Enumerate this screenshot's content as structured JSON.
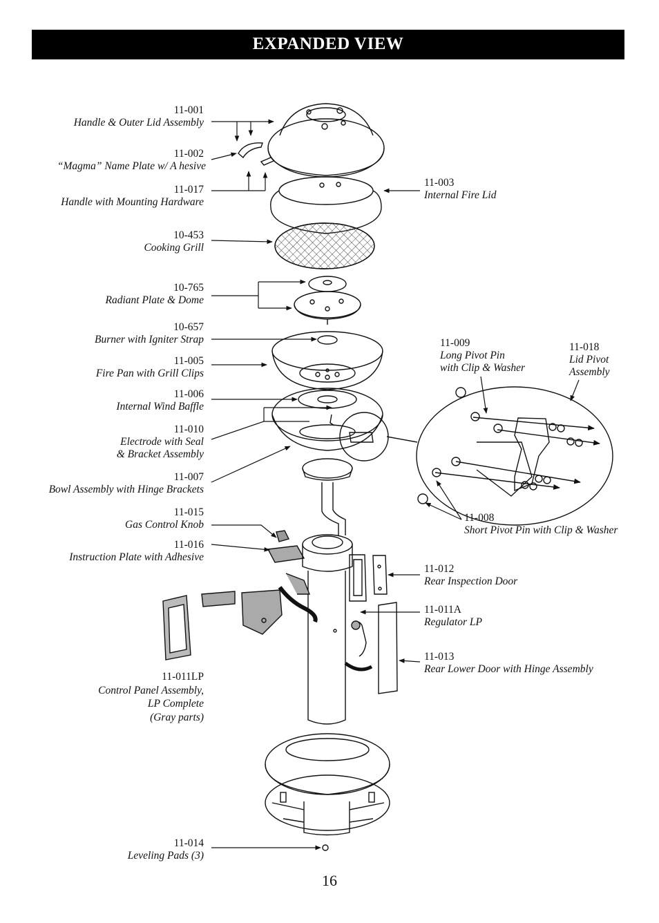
{
  "header": {
    "title": "EXPANDED VIEW"
  },
  "parts": {
    "p11001": {
      "code": "11-001",
      "name": "Handle & Outer Lid Assembly"
    },
    "p11002": {
      "code": "11-002",
      "name": "“Magma” Name Plate w/ A  hesive"
    },
    "p11017": {
      "code": "11-017",
      "name": "Handle with Mounting Hardware"
    },
    "p10453": {
      "code": "10-453",
      "name": "Cooking Grill"
    },
    "p10765": {
      "code": "10-765",
      "name": "Radiant Plate & Dome"
    },
    "p10657": {
      "code": "10-657",
      "name": "Burner with Igniter Strap"
    },
    "p11005": {
      "code": "11-005",
      "name": "Fire Pan with Grill Clips"
    },
    "p11006": {
      "code": "11-006",
      "name": "Internal Wind Baffle"
    },
    "p11010": {
      "code": "11-010",
      "name1": "Electrode with Seal",
      "name2": "& Bracket Assembly"
    },
    "p11007": {
      "code": "11-007",
      "name": "Bowl Assembly with Hinge Brackets"
    },
    "p11015": {
      "code": "11-015",
      "name": "Gas Control Knob"
    },
    "p11016": {
      "code": "11-016",
      "name": "Instruction Plate with Adhesive"
    },
    "p11011LP": {
      "code": "11-011LP",
      "name1": "Control Panel Assembly,",
      "name2": "LP Complete",
      "name3": "(Gray parts)"
    },
    "p11014": {
      "code": "11-014",
      "name": "Leveling Pads (3)"
    },
    "p11003": {
      "code": "11-003",
      "name": "Internal Fire Lid"
    },
    "p11009": {
      "code": "11-009",
      "name1": "Long Pivot Pin",
      "name2": "with Clip & Washer"
    },
    "p11018": {
      "code": "11-018",
      "name1": "Lid Pivot",
      "name2": "Assembly"
    },
    "p11008": {
      "code": "11-008",
      "name": "Short Pivot Pin with Clip & Washer"
    },
    "p11012": {
      "code": "11-012",
      "name": "Rear Inspection Door"
    },
    "p11011A": {
      "code": "11-011A",
      "name": "Regulator LP"
    },
    "p11013": {
      "code": "11-013",
      "name": "Rear Lower Door with Hinge Assembly"
    }
  },
  "page": {
    "number": "16"
  }
}
